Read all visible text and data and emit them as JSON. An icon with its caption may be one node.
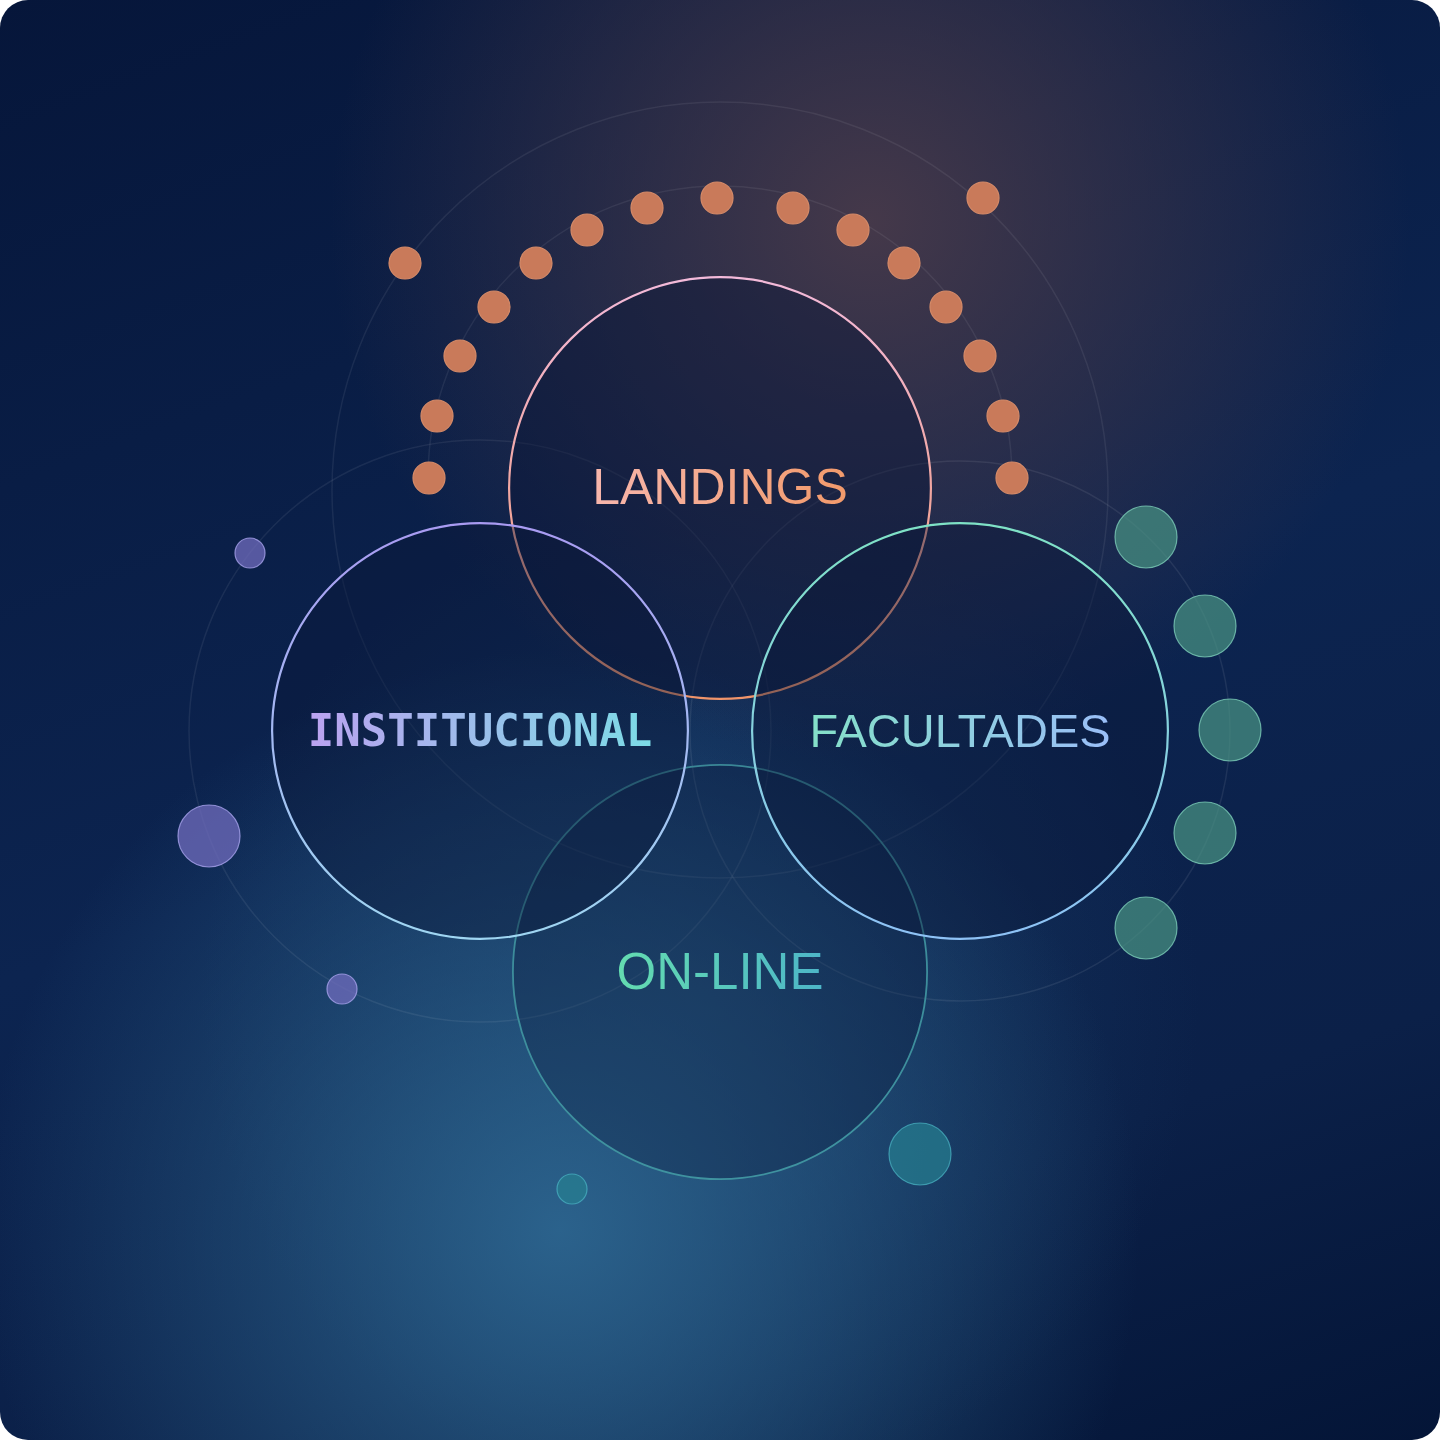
{
  "diagram": {
    "nodes": [
      {
        "text": [
          "LANDINGS"
        ]
      },
      {
        "text": [
          "INSTITUCIONAL"
        ]
      },
      {
        "text": [
          "FACULTADES"
        ]
      },
      {
        "text": [
          "ON-LINE"
        ]
      }
    ]
  }
}
